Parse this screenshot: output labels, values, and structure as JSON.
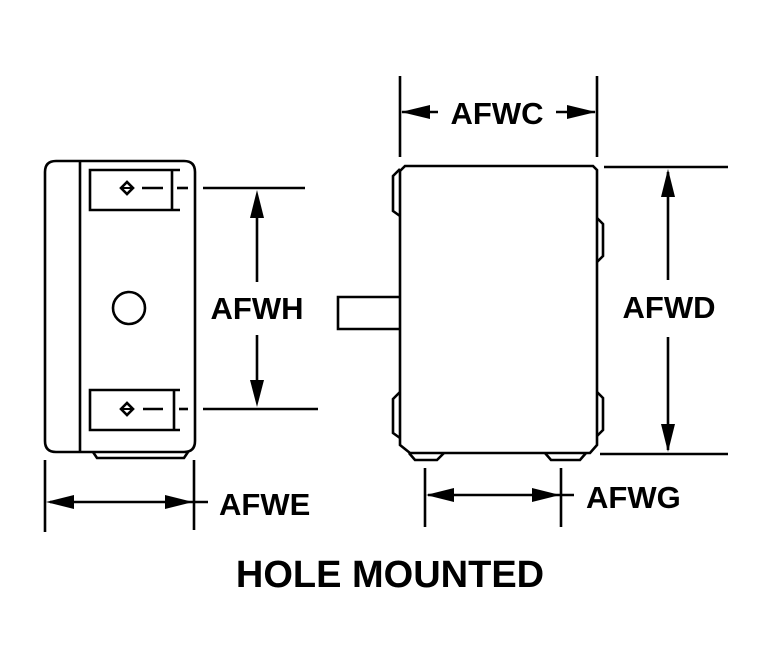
{
  "diagram": {
    "title": "HOLE MOUNTED",
    "dimensions": {
      "AFWC": "AFWC",
      "AFWD": "AFWD",
      "AFWE": "AFWE",
      "AFWG": "AFWG",
      "AFWH": "AFWH"
    },
    "colors": {
      "line": "#000000",
      "background": "#ffffff"
    }
  }
}
